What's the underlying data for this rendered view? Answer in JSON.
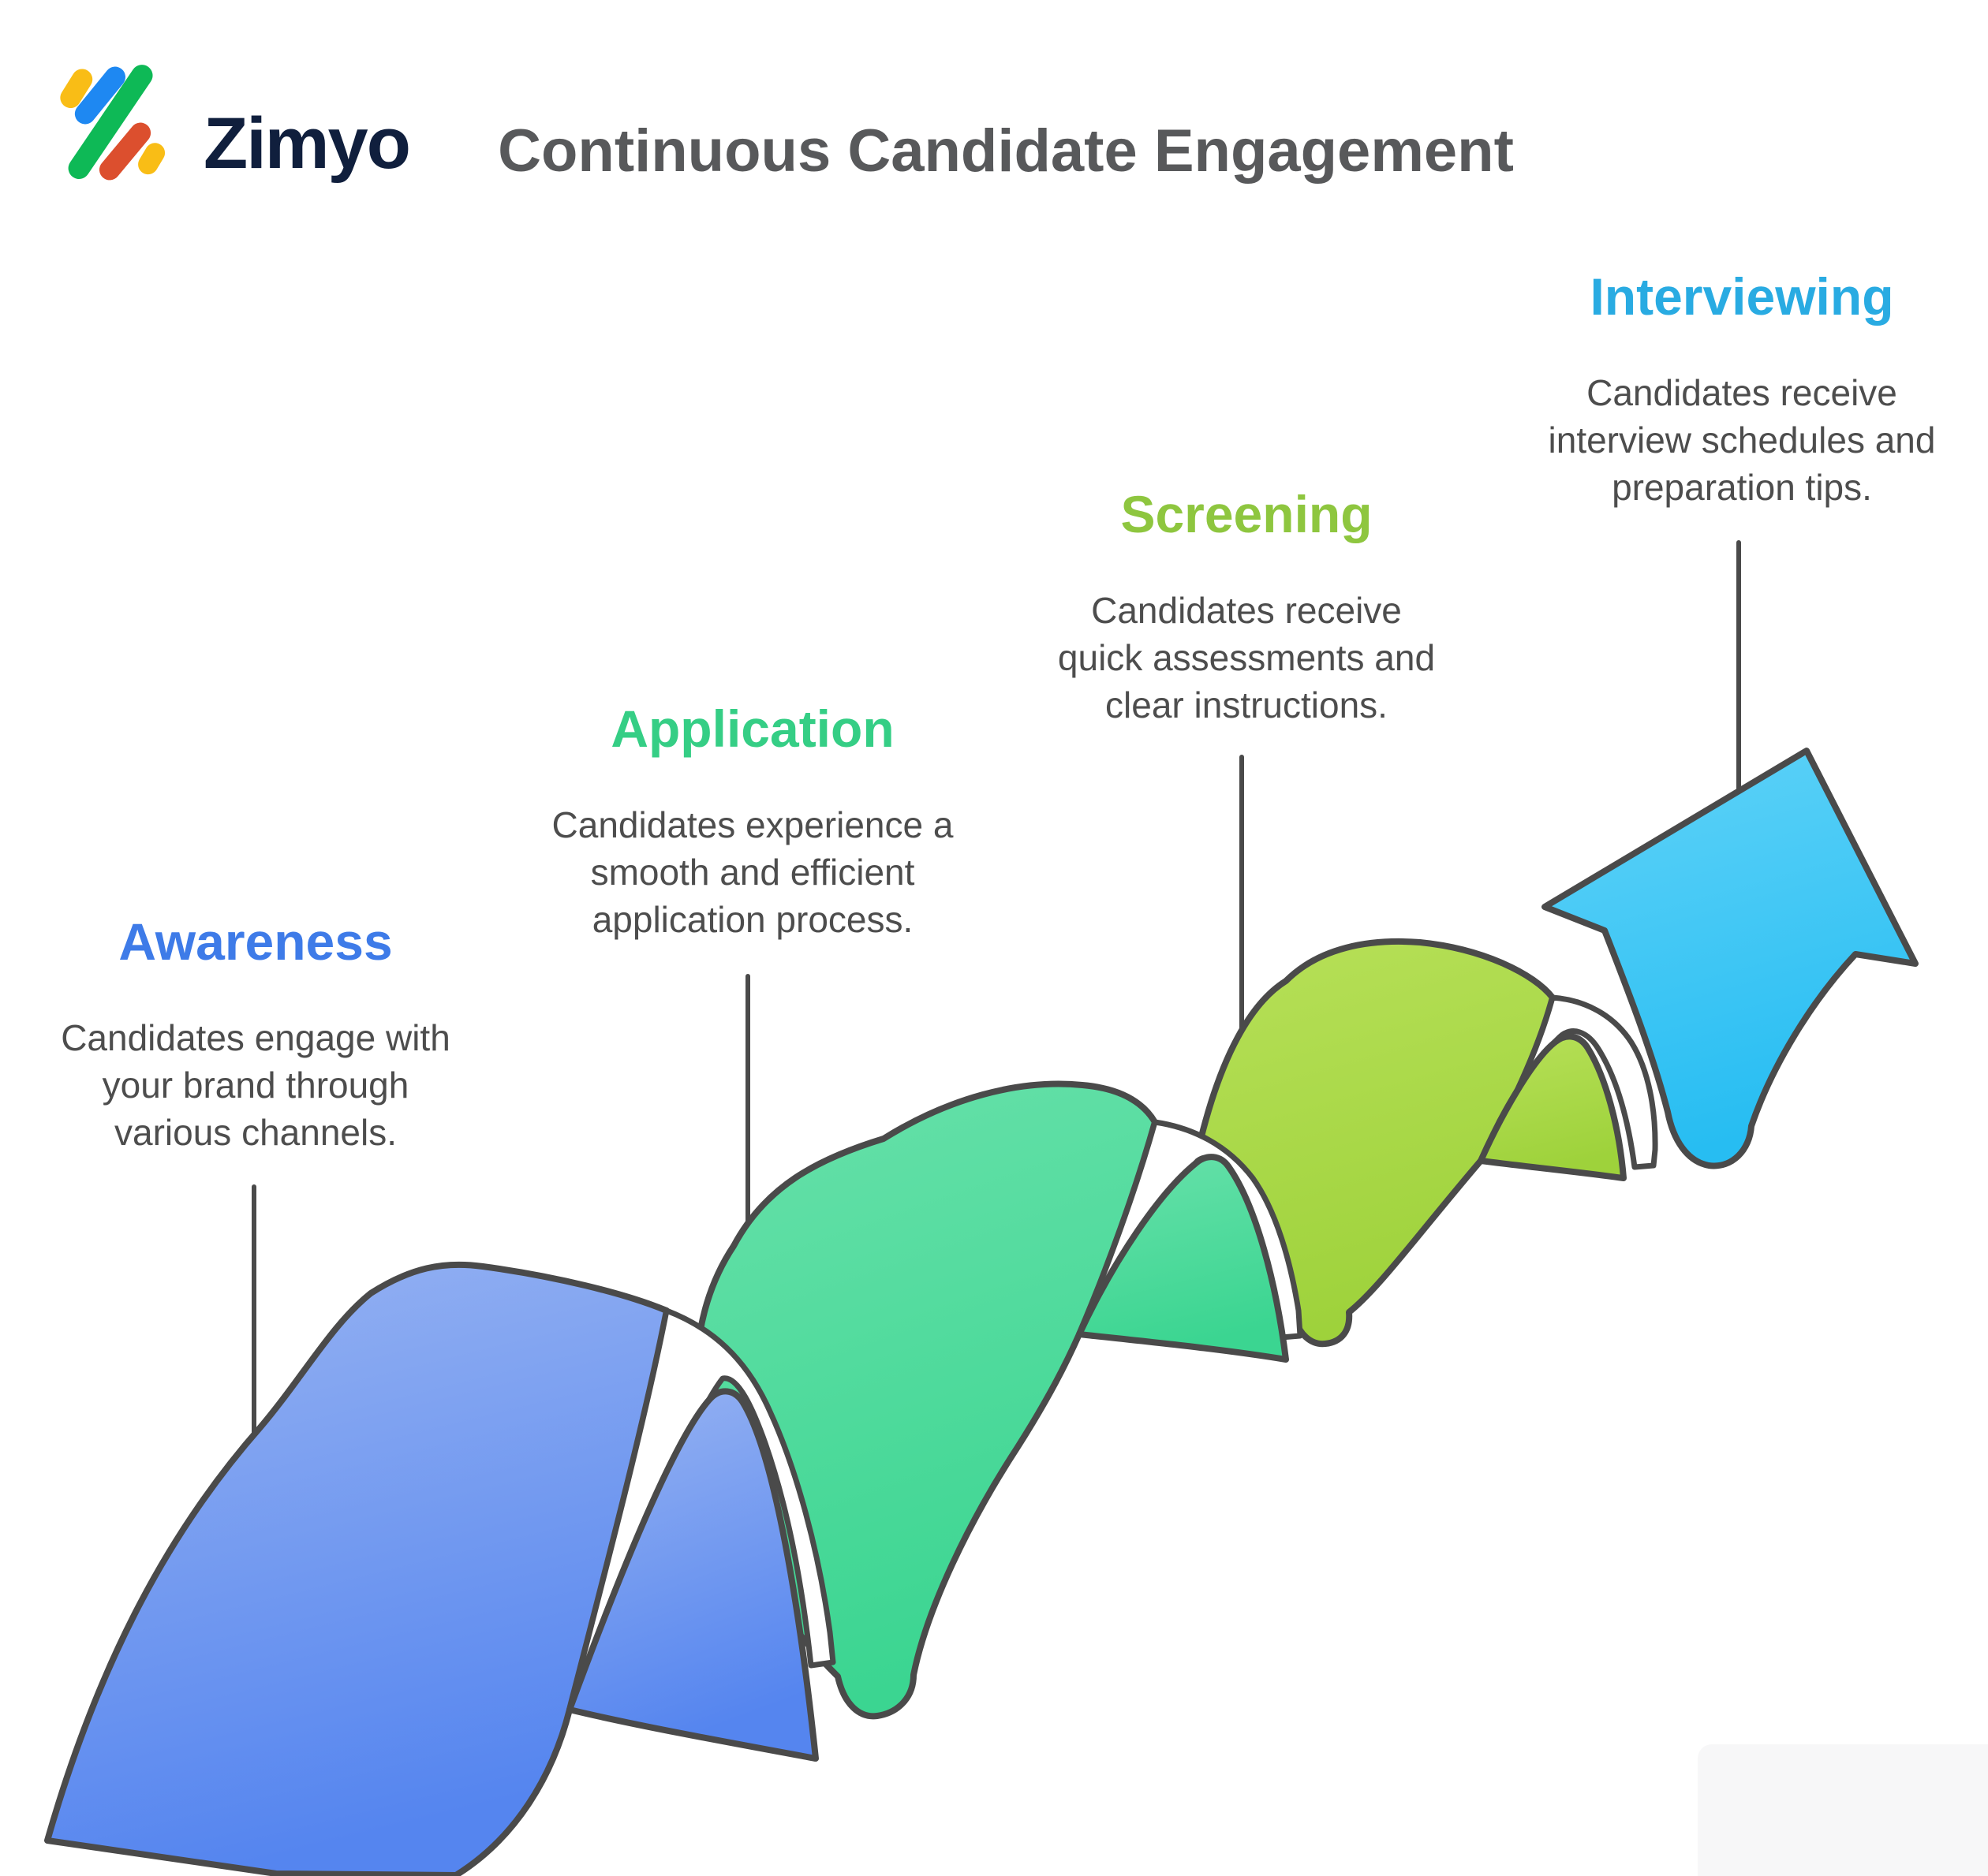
{
  "brand": {
    "name": "Zimyo"
  },
  "title": "Continuous Candidate Engagement",
  "stages": [
    {
      "id": "awareness",
      "label": "Awareness",
      "description": "Candidates engage with\nyour brand through\nvarious channels.",
      "color": "#3E7BE8",
      "gradient": [
        "#97B3F2",
        "#5585EF"
      ]
    },
    {
      "id": "application",
      "label": "Application",
      "description": "Candidates experience a\nsmooth and efficient\napplication process.",
      "color": "#35CE85",
      "gradient": [
        "#68E1AA",
        "#3BD591"
      ]
    },
    {
      "id": "screening",
      "label": "Screening",
      "description": "Candidates receive\nquick assessments and\nclear instructions.",
      "color": "#8EC63F",
      "gradient": [
        "#B7E058",
        "#9ED23B"
      ]
    },
    {
      "id": "interviewing",
      "label": "Interviewing",
      "description": "Candidates receive\ninterview schedules and\npreparation tips.",
      "color": "#29ABE2",
      "gradient": [
        "#60D3F8",
        "#27BDF2"
      ]
    }
  ],
  "colors": {
    "outline": "#4a4a4a",
    "title": "#58595b",
    "body_text": "#4d4d4d",
    "background": "#ffffff",
    "halo": "#ffffff",
    "logo": {
      "wordmark": "#101F3D",
      "yellow": "#F9BD16",
      "blue": "#1E88F2",
      "green": "#0EB956",
      "red": "#DC4F2E"
    }
  }
}
